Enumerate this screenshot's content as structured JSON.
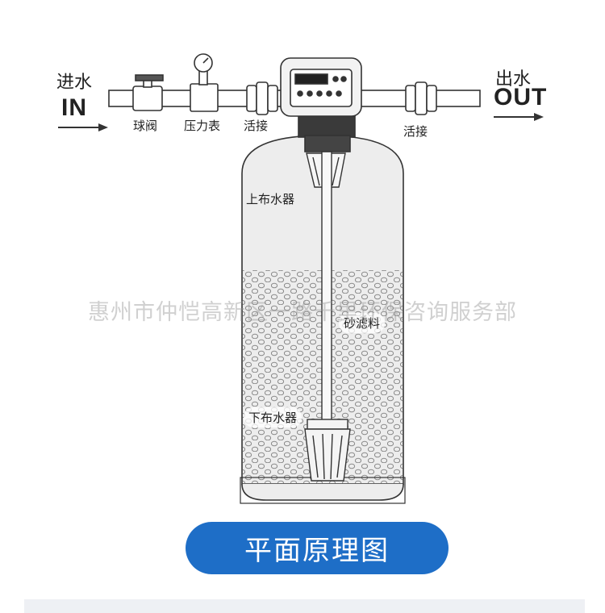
{
  "inlet": {
    "label_cn": "进水",
    "label_en": "IN"
  },
  "outlet": {
    "label_cn": "出水",
    "label_en": "OUT"
  },
  "components": {
    "ball_valve": "球阀",
    "pressure_gauge": "压力表",
    "union_left": "活接",
    "union_right": "活接",
    "upper_distributor": "上布水器",
    "sand_media": "砂滤料",
    "lower_distributor": "下布水器"
  },
  "watermark": "惠州市仲恺高新区一路千里环保咨询服务部",
  "caption": "平面原理图",
  "colors": {
    "caption_bg": "#1e6ec7",
    "caption_text": "#ffffff",
    "line": "#333333"
  }
}
